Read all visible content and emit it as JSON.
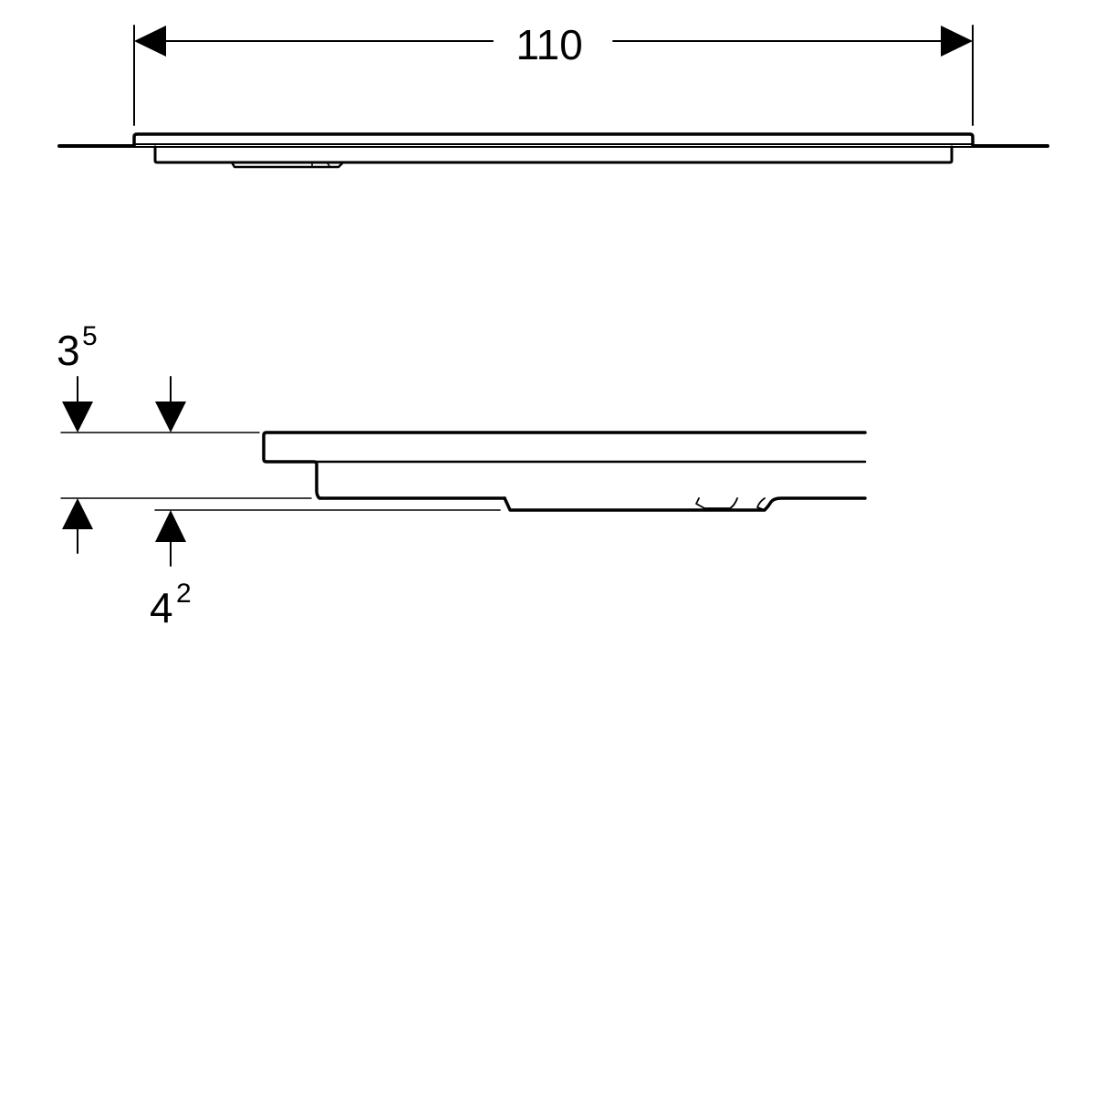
{
  "diagram": {
    "line_color": "#000000",
    "background": "#ffffff",
    "top_view": {
      "width_dimension": "110"
    },
    "detail_view": {
      "dimension_upper": {
        "value": "3",
        "superscript": "5"
      },
      "dimension_lower": {
        "value": "4",
        "superscript": "2"
      }
    }
  }
}
